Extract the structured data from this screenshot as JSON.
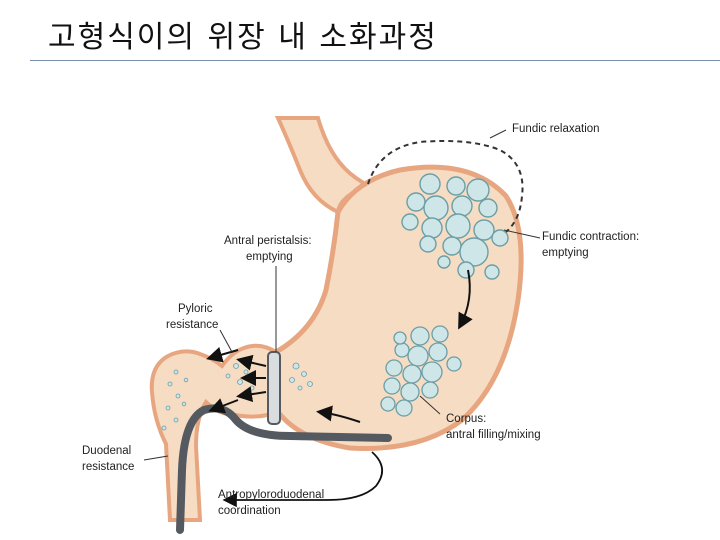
{
  "slide": {
    "title": "고형식이의 위장 내 소화과정"
  },
  "diagram": {
    "labels": {
      "fundic_relaxation": "Fundic relaxation",
      "fundic_contraction_1": "Fundic contraction:",
      "fundic_contraction_2": "emptying",
      "antral_peristalsis_1": "Antral peristalsis:",
      "antral_peristalsis_2": "emptying",
      "pyloric_1": "Pyloric",
      "pyloric_2": "resistance",
      "duodenal_1": "Duodenal",
      "duodenal_2": "resistance",
      "corpus_1": "Corpus:",
      "corpus_2": "antral filling/mixing",
      "antropyloro_1": "Antropyloroduodenal",
      "antropyloro_2": "coordination"
    },
    "colors": {
      "stomach_fill": "#f6dcc3",
      "stomach_wall": "#e7a680",
      "bubble_fill": "#cfe6e8",
      "bubble_stroke": "#6c9ea5",
      "duodenal_band": "#555a60"
    }
  }
}
